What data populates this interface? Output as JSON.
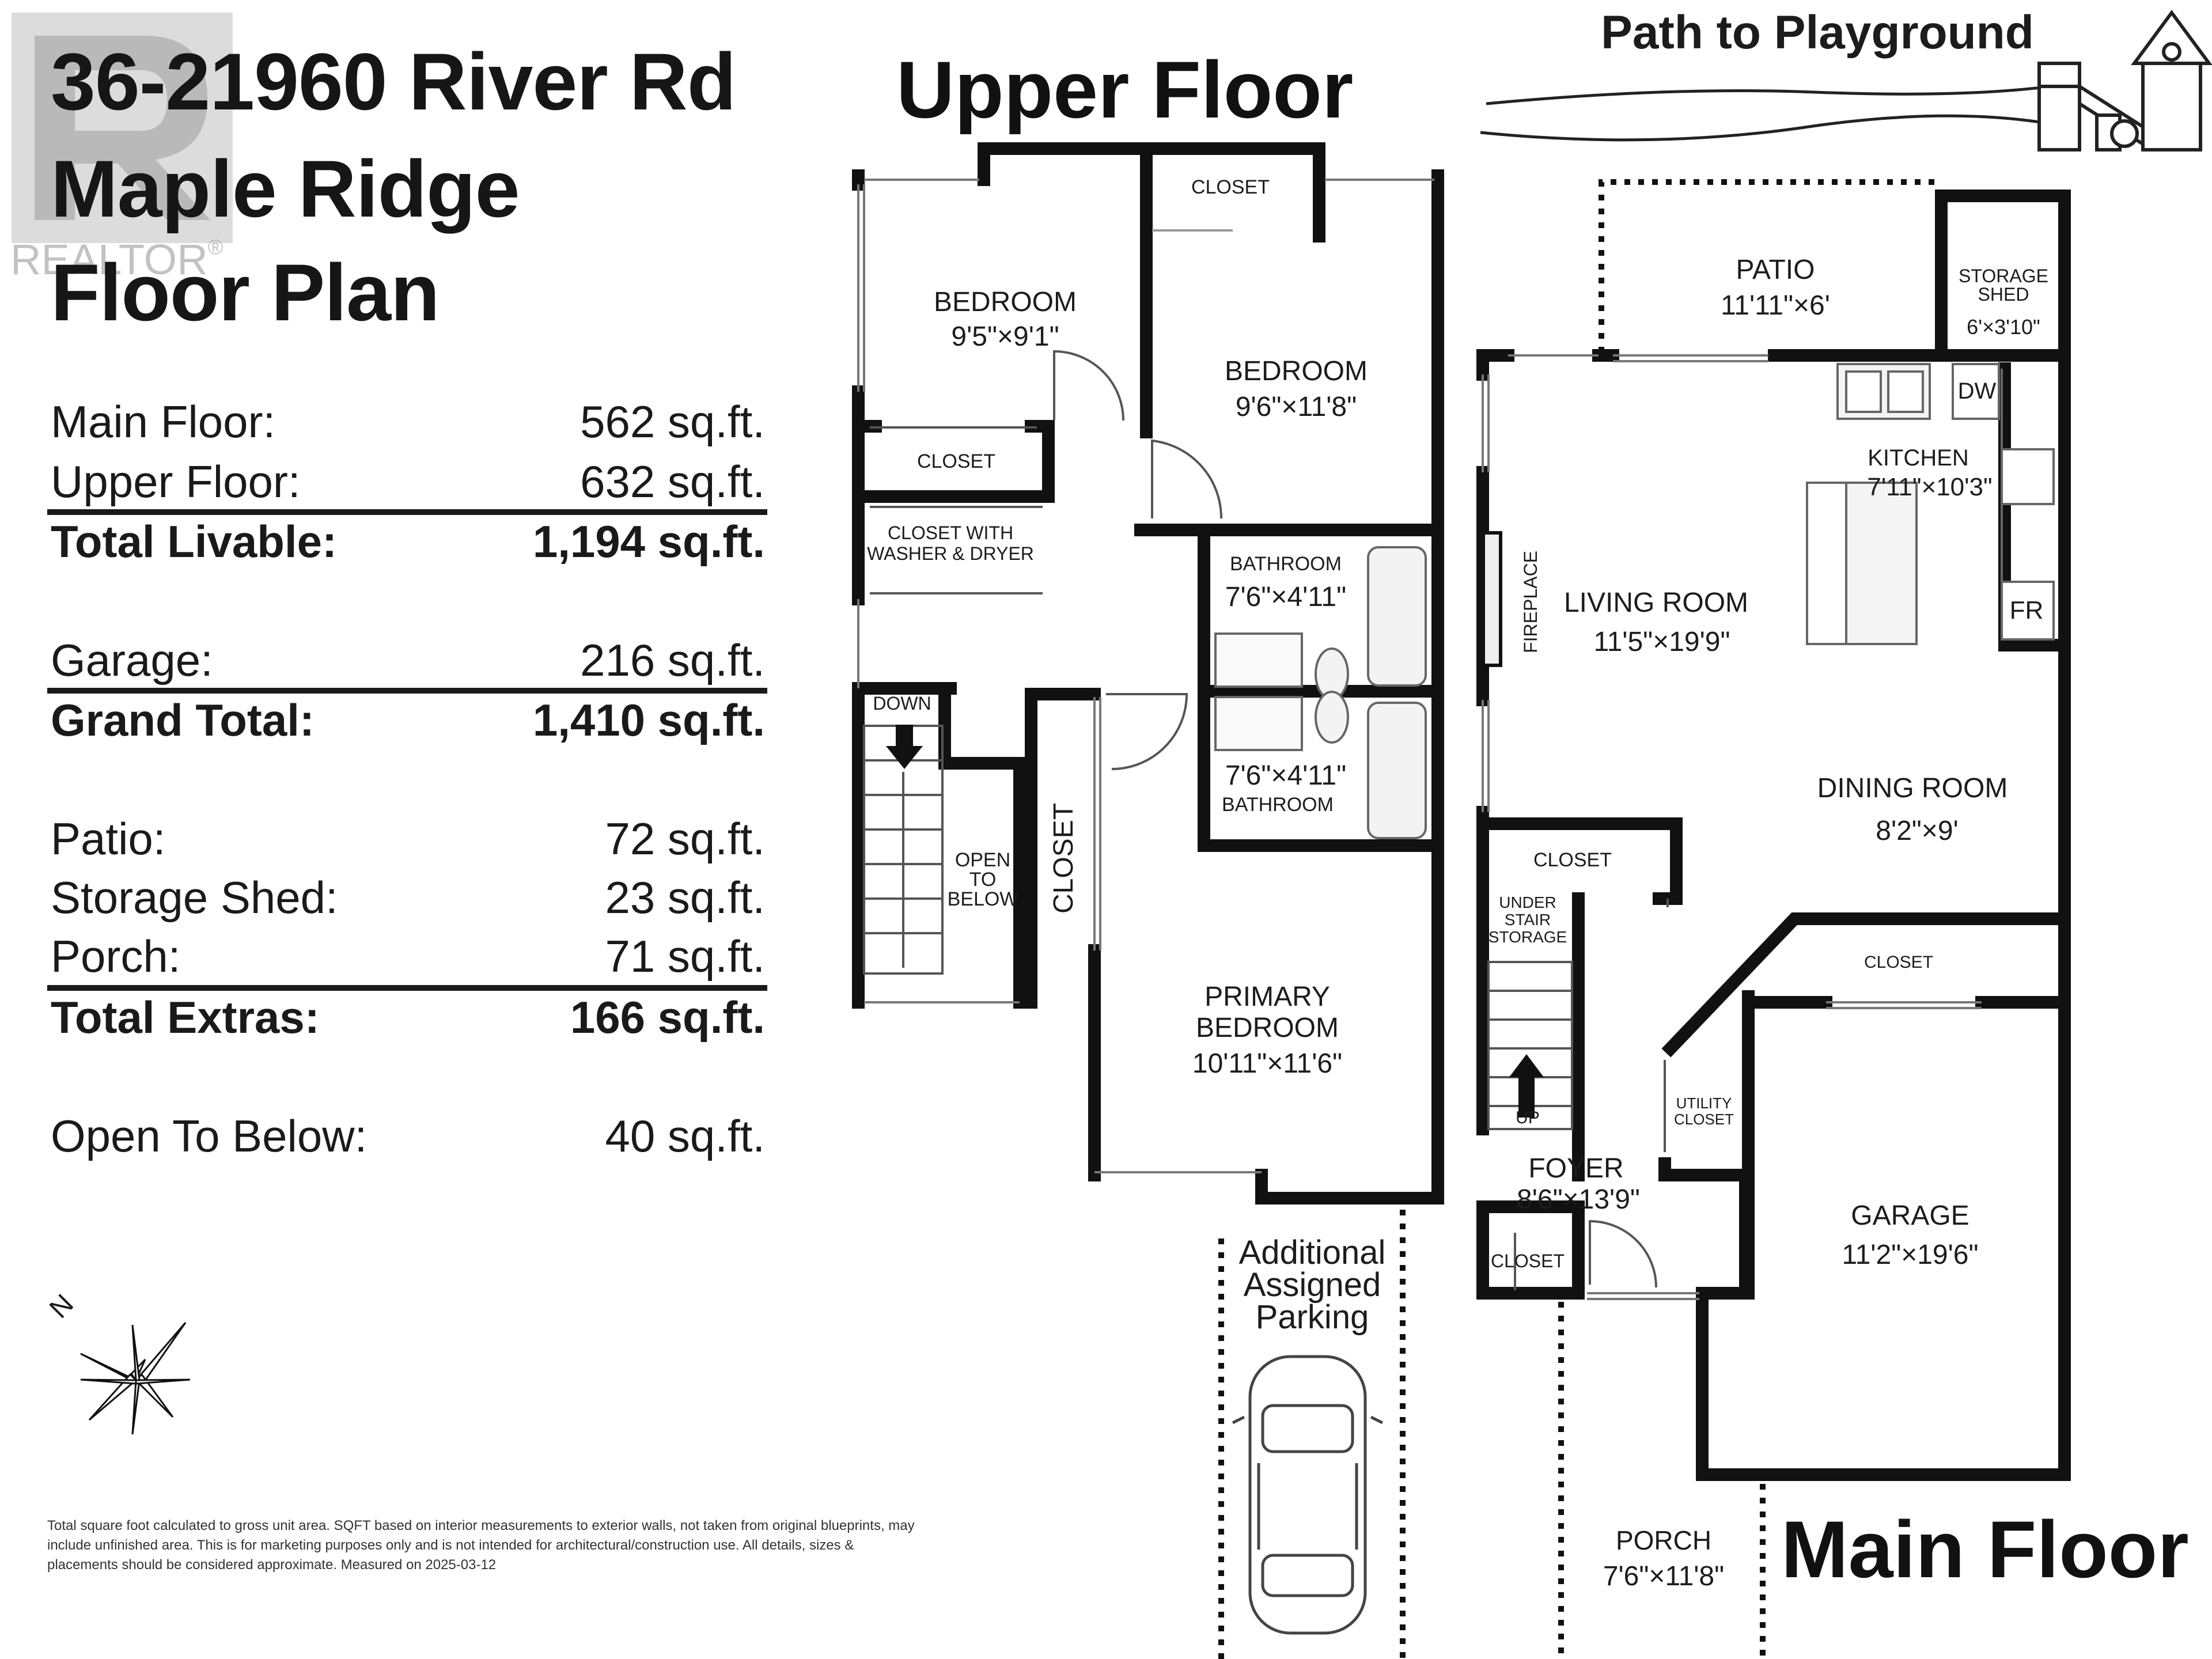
{
  "listing": {
    "title_line1": "36-21960 River Rd",
    "title_line2": "Maple Ridge",
    "title_line3": "Floor Plan",
    "logo_text": "REALTOR",
    "logo_mark": "®"
  },
  "areas": [
    {
      "label": "Main Floor:",
      "value": "562 sq.ft.",
      "total": false
    },
    {
      "label": "Upper Floor:",
      "value": "632 sq.ft.",
      "total": false
    },
    {
      "label": "Total Livable:",
      "value": "1,194 sq.ft.",
      "total": true
    },
    {
      "label": "Garage:",
      "value": "216 sq.ft.",
      "total": false
    },
    {
      "label": "Grand Total:",
      "value": "1,410 sq.ft.",
      "total": true
    },
    {
      "label": "Patio:",
      "value": "72 sq.ft.",
      "total": false
    },
    {
      "label": "Storage Shed:",
      "value": "23 sq.ft.",
      "total": false
    },
    {
      "label": "Porch:",
      "value": "71 sq.ft.",
      "total": false
    },
    {
      "label": "Total Extras:",
      "value": "166 sq.ft.",
      "total": true
    },
    {
      "label": "Open To Below:",
      "value": "40 sq.ft.",
      "total": false
    }
  ],
  "footnote": "Total square foot calculated to gross unit area. SQFT based on interior measurements to exterior walls, not taken from original blueprints, may include unfinished area. This is for marketing purposes only and is not intended for architectural/construction use. All details, sizes & placements should be considered approximate. Measured on 2025-03-12",
  "upper_floor": {
    "heading": "Upper Floor",
    "closet_top": "CLOSET",
    "bedroom1": {
      "name": "BEDROOM",
      "size": "9'5\"×9'1\""
    },
    "bedroom2": {
      "name": "BEDROOM",
      "size": "9'6\"×11'8\""
    },
    "closet_left": "CLOSET",
    "laundry_line1": "CLOSET WITH",
    "laundry_line2": "WASHER & DRYER",
    "bath1": {
      "name": "BATHROOM",
      "size": "7'6\"×4'11\""
    },
    "bath2": {
      "name": "BATHROOM",
      "size": "7'6\"×4'11\""
    },
    "stairs_label": "DOWN",
    "open_below_line1": "OPEN",
    "open_below_line2": "TO",
    "open_below_line3": "BELOW",
    "closet_vertical": "CLOSET",
    "primary": {
      "name_line1": "PRIMARY",
      "name_line2": "BEDROOM",
      "size": "10'11\"×11'6\""
    }
  },
  "main_floor": {
    "heading": "Main Floor",
    "path_label": "Path to Playground",
    "patio": {
      "name": "PATIO",
      "size": "11'11\"×6'"
    },
    "shed": {
      "name_line1": "STORAGE",
      "name_line2": "SHED",
      "size": "6'×3'10\""
    },
    "dishwasher": "DW",
    "kitchen": {
      "name": "KITCHEN",
      "size": "7'11\"×10'3\""
    },
    "fridge": "FR",
    "fireplace": "FIREPLACE",
    "living": {
      "name": "LIVING ROOM",
      "size": "11'5\"×19'9\""
    },
    "dining": {
      "name": "DINING ROOM",
      "size": "8'2\"×9'"
    },
    "closet_hall": "CLOSET",
    "under_stair_line1": "UNDER",
    "under_stair_line2": "STAIR",
    "under_stair_line3": "STORAGE",
    "closet_garage": "CLOSET",
    "stairs_up": "UP",
    "utility_line1": "UTILITY",
    "utility_line2": "CLOSET",
    "foyer": {
      "name": "FOYER",
      "size": "8'6\"×13'9\""
    },
    "closet_foyer": "CLOSET",
    "garage": {
      "name": "GARAGE",
      "size": "11'2\"×19'6\""
    },
    "parking_line1": "Additional",
    "parking_line2": "Assigned",
    "parking_line3": "Parking",
    "porch": {
      "name": "PORCH",
      "size": "7'6\"×11'8\""
    }
  },
  "compass_letter": "N",
  "colors": {
    "wall": "#111111",
    "text": "#1c1c1c",
    "logo": "#9a9a9a"
  }
}
